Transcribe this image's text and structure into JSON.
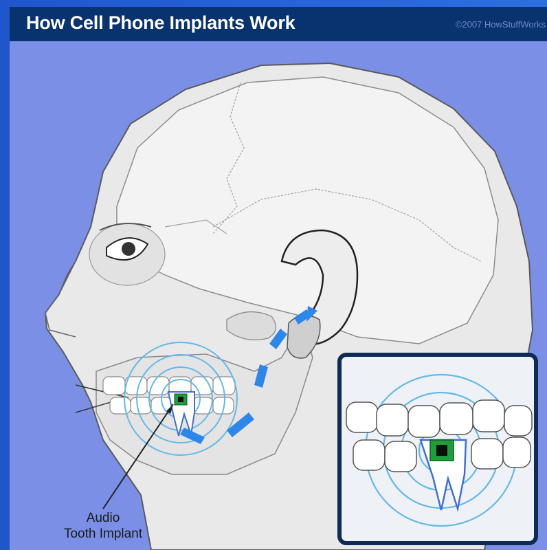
{
  "header": {
    "title": "How Cell Phone Implants Work",
    "copyright": "©2007 HowStuffWorks"
  },
  "labels": {
    "implant_line1": "Audio",
    "implant_line2": "Tooth Implant"
  },
  "colors": {
    "title_bar": "#08336e",
    "panel": "#7b8fe6",
    "arrow": "#2d86ea",
    "waves": "#63b8e8",
    "chip": "#1e9e3a"
  }
}
